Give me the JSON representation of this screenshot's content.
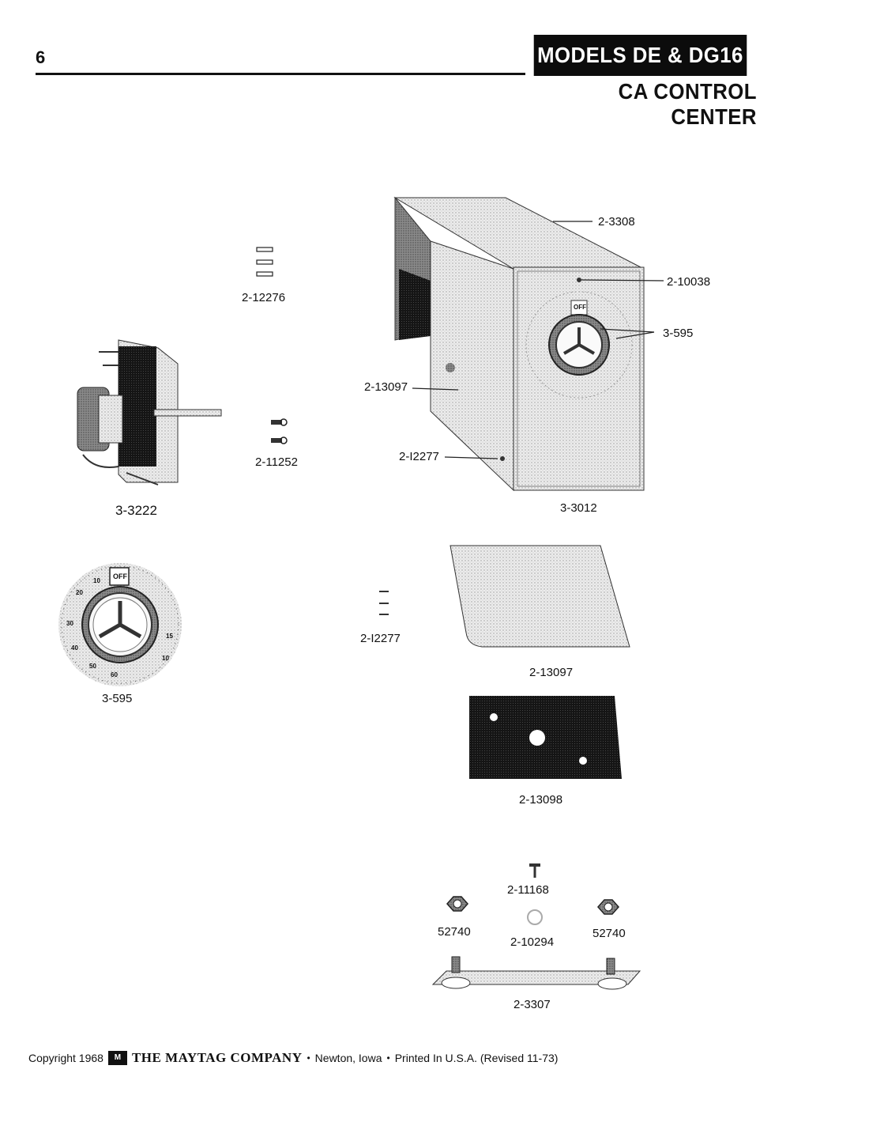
{
  "header": {
    "page_number": "6",
    "title": "MODELS DE & DG16",
    "subtitle": "CA CONTROL CENTER"
  },
  "parts": {
    "p_12276": "2-12276",
    "p_3222": "3-3222",
    "p_11252": "2-11252",
    "p_595_knob": "3-595",
    "p_3308": "2-3308",
    "p_10038": "2-10038",
    "p_595_callout": "3-595",
    "p_13097_callout": "2-13097",
    "p_12277_callout": "2-I2277",
    "p_3012": "3-3012",
    "p_12277_screws": "2-I2277",
    "p_13097_panel": "2-13097",
    "p_13098": "2-13098",
    "p_11168": "2-11168",
    "p_52740_left": "52740",
    "p_10294": "2-10294",
    "p_52740_right": "52740",
    "p_3307": "2-3307"
  },
  "dial": {
    "off_label": "OFF",
    "marks": [
      "10",
      "20",
      "30",
      "40",
      "50",
      "60",
      "15",
      "10"
    ]
  },
  "footer": {
    "copyright": "Copyright 1968",
    "logo": "M",
    "company": "THE MAYTAG COMPANY",
    "bullet1": "•",
    "location": "Newton, Iowa",
    "bullet2": "•",
    "printed": "Printed In U.S.A. (Revised  11-73)"
  }
}
